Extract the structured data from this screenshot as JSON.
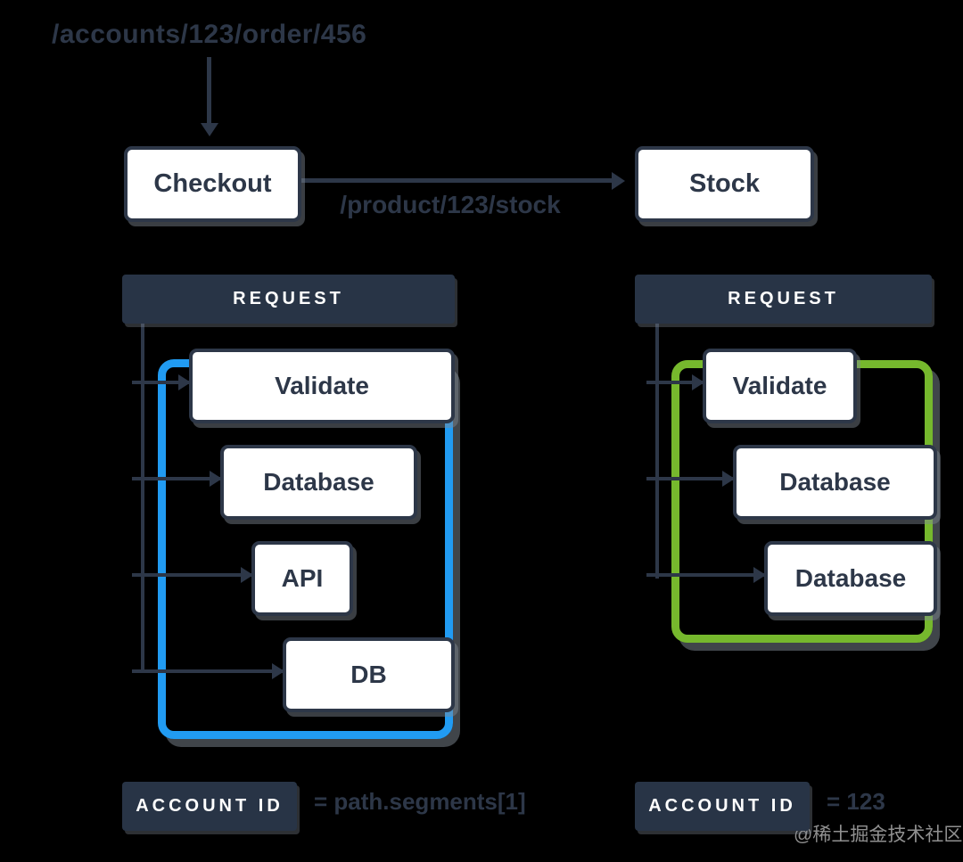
{
  "colors": {
    "page_bg": "#000000",
    "ink": "#2d3748",
    "bar": "#283446",
    "box_bg": "#ffffff",
    "blue": "#219bf2",
    "green": "#76b82d",
    "watermark": "#909090"
  },
  "top": {
    "request_path": "/accounts/123/order/456"
  },
  "flow": {
    "checkout_label": "Checkout",
    "stock_label": "Stock",
    "arrow_label": "/product/123/stock"
  },
  "left_group": {
    "header": "REQUEST",
    "outline_color": "#219bf2",
    "nodes": [
      "Validate",
      "Database",
      "API",
      "DB"
    ],
    "account": {
      "label": "ACCOUNT ID",
      "value": "= path.segments[1]"
    }
  },
  "right_group": {
    "header": "REQUEST",
    "outline_color": "#76b82d",
    "nodes": [
      "Validate",
      "Database",
      "Database"
    ],
    "account": {
      "label": "ACCOUNT ID",
      "value": "= 123"
    }
  },
  "watermark": "@稀土掘金技术社区"
}
